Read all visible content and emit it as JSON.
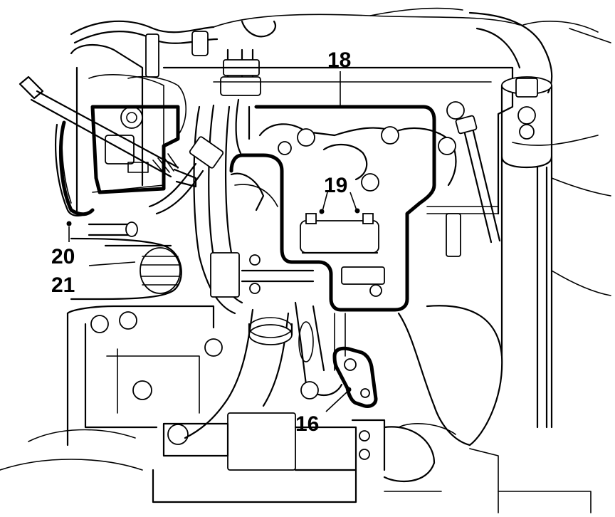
{
  "callouts": [
    {
      "id": "c18",
      "label": "18"
    },
    {
      "id": "c19",
      "label": "19"
    },
    {
      "id": "c20",
      "label": "20"
    },
    {
      "id": "c21",
      "label": "21"
    },
    {
      "id": "c16",
      "label": "16"
    }
  ]
}
